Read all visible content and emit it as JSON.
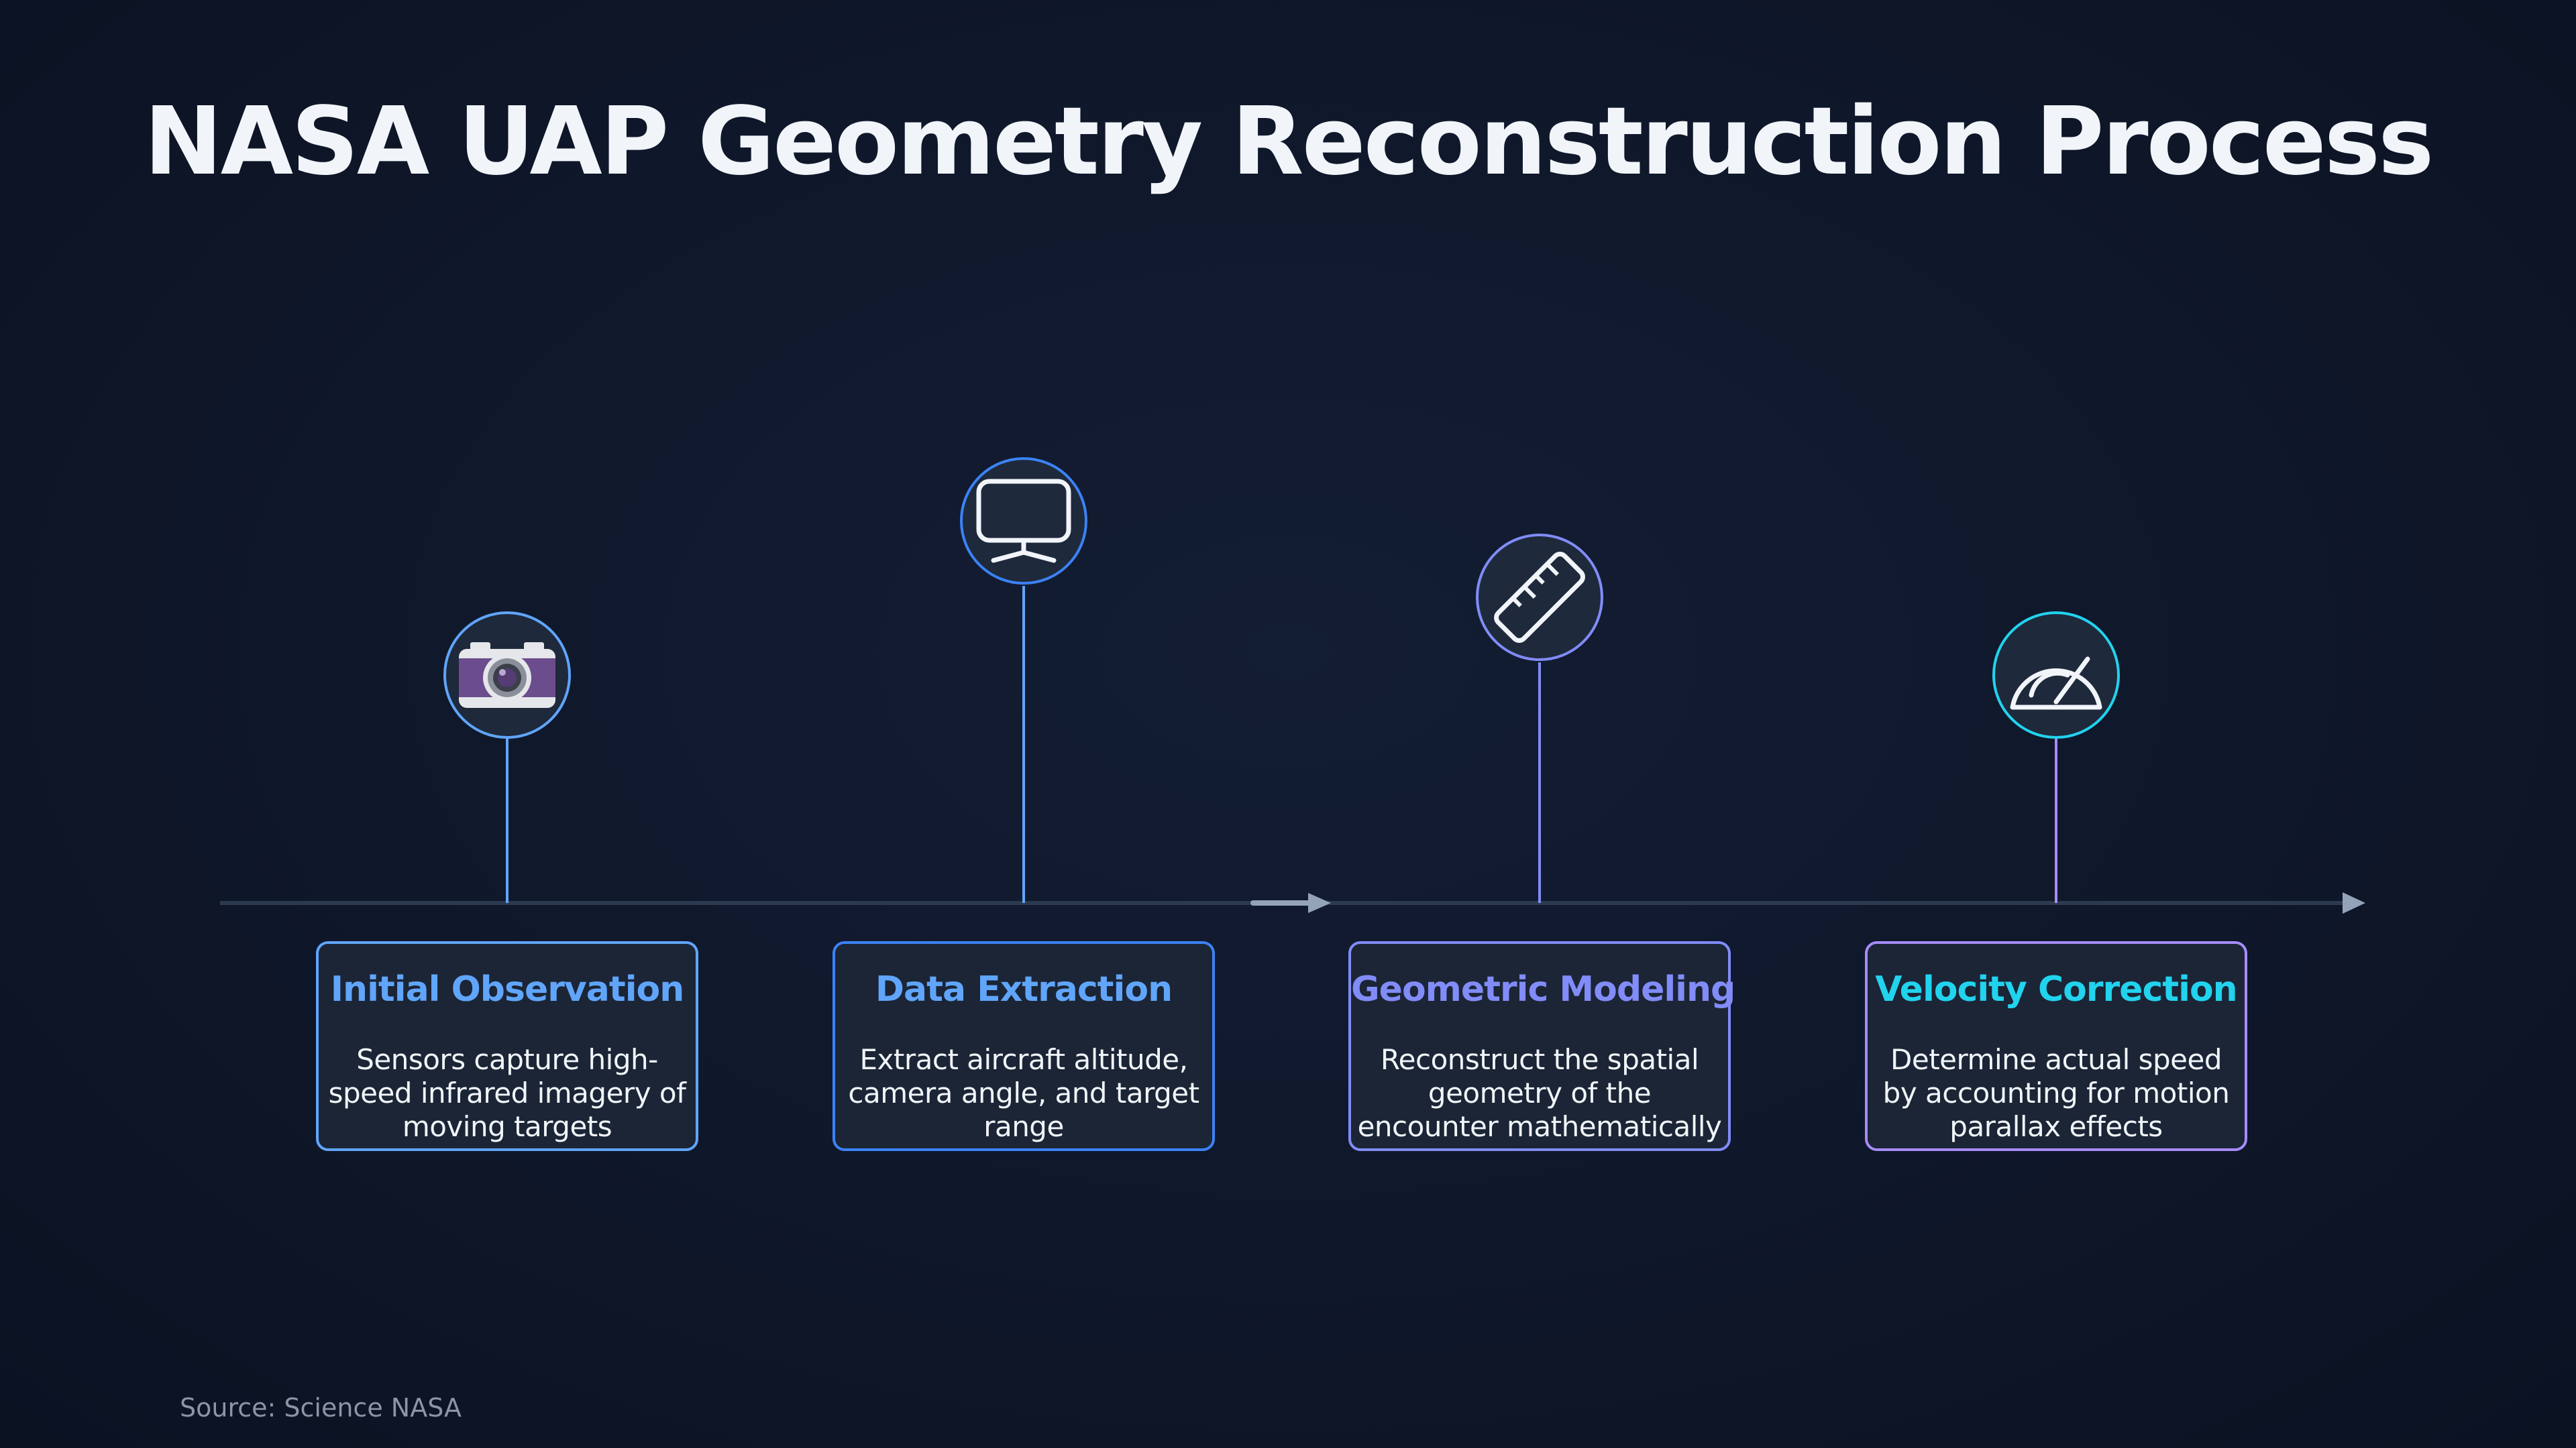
{
  "title": "NASA UAP Geometry Reconstruction Process",
  "source": "Source: Science NASA",
  "colors": {
    "background": "#0f172a",
    "axis": "#334155",
    "arrow": "#94a3b8",
    "step1": "#60a5fa",
    "step2": "#3b82f6",
    "step3": "#818cf8",
    "step4": "#22d3ee",
    "step4_border": "#a78bfa"
  },
  "steps": [
    {
      "title": "Initial Observation",
      "description": "Sensors capture high-speed infrared imagery of moving targets",
      "icon": "camera-icon"
    },
    {
      "title": "Data Extraction",
      "description": "Extract aircraft altitude, camera angle, and target range",
      "icon": "monitor-icon"
    },
    {
      "title": "Geometric Modeling",
      "description": "Reconstruct the spatial geometry of the encounter mathematically",
      "icon": "ruler-icon"
    },
    {
      "title": "Velocity Correction",
      "description": "Determine actual speed by accounting for motion parallax effects",
      "icon": "speedometer-icon"
    }
  ]
}
